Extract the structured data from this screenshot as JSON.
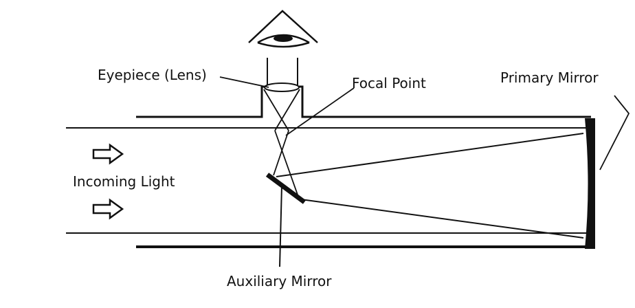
{
  "labels": {
    "eyepiece": "Eyepiece (Lens)",
    "focal_point": "Focal Point",
    "primary_mirror": "Primary Mirror",
    "incoming_light": "Incoming Light",
    "auxiliary_mirror": "Auxiliary Mirror"
  },
  "colors": {
    "line": "#111111",
    "background": "#ffffff"
  }
}
